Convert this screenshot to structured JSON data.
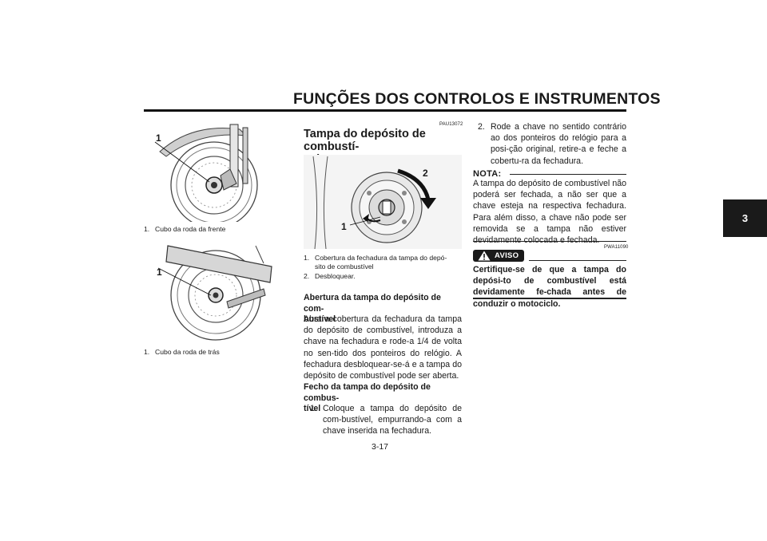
{
  "header": {
    "title": "FUNÇÕES DOS CONTROLOS E INSTRUMENTOS"
  },
  "chapter_tab": "3",
  "page_number": "3-17",
  "left_column": {
    "figure1": {
      "label": "1",
      "caption_num": "1.",
      "caption": "Cubo da roda da frente"
    },
    "figure2": {
      "label": "1",
      "caption_num": "1.",
      "caption": "Cubo da roda de trás"
    }
  },
  "middle_column": {
    "code": "PAU13072",
    "title_line1": "Tampa do depósito de combustí-",
    "title_line2": "vel",
    "figure": {
      "label1": "1",
      "label2": "2",
      "captions": [
        {
          "num": "1.",
          "line1": "Cobertura da fechadura da tampa do depó-",
          "line2": "sito de combustível"
        },
        {
          "num": "2.",
          "line1": "Desbloquear.",
          "line2": ""
        }
      ]
    },
    "opening": {
      "heading_line1": "Abertura da tampa do depósito de com-",
      "heading_line2": "bustível",
      "text": "Abra a cobertura da fechadura da tampa do depósito de combustível, introduza a chave na fechadura e rode-a 1/4 de volta no sen-tido dos ponteiros do relógio. A fechadura desbloquear-se-á e a tampa do depósito de combustível pode ser aberta."
    },
    "closing": {
      "heading_line1": "Fecho da tampa do depósito de combus-",
      "heading_line2": "tível",
      "steps": [
        {
          "num": "1.",
          "text": "Coloque a tampa do depósito de com-bustível, empurrando-a com a chave inserida na fechadura."
        }
      ]
    }
  },
  "right_column": {
    "steps": [
      {
        "num": "2.",
        "text": "Rode a chave no sentido contrário ao dos ponteiros do relógio para a posi-ção original, retire-a e feche a cobertu-ra da fechadura."
      }
    ],
    "note": {
      "label": "NOTA:",
      "text": "A tampa do depósito de combustível não poderá ser fechada, a não ser que a chave esteja na respectiva fechadura. Para além disso, a chave não pode ser removida se a tampa não estiver devidamente colocada e fechada."
    },
    "warning": {
      "code": "PWA11090",
      "label": "AVISO",
      "text": "Certifique-se de que a tampa do depósi-to de combustível está devidamente fe-chada antes de conduzir o motociclo."
    }
  },
  "colors": {
    "ink": "#1a1a1a",
    "tab_bg": "#1a1a1a",
    "figure_bg": "#f4f4f4"
  }
}
